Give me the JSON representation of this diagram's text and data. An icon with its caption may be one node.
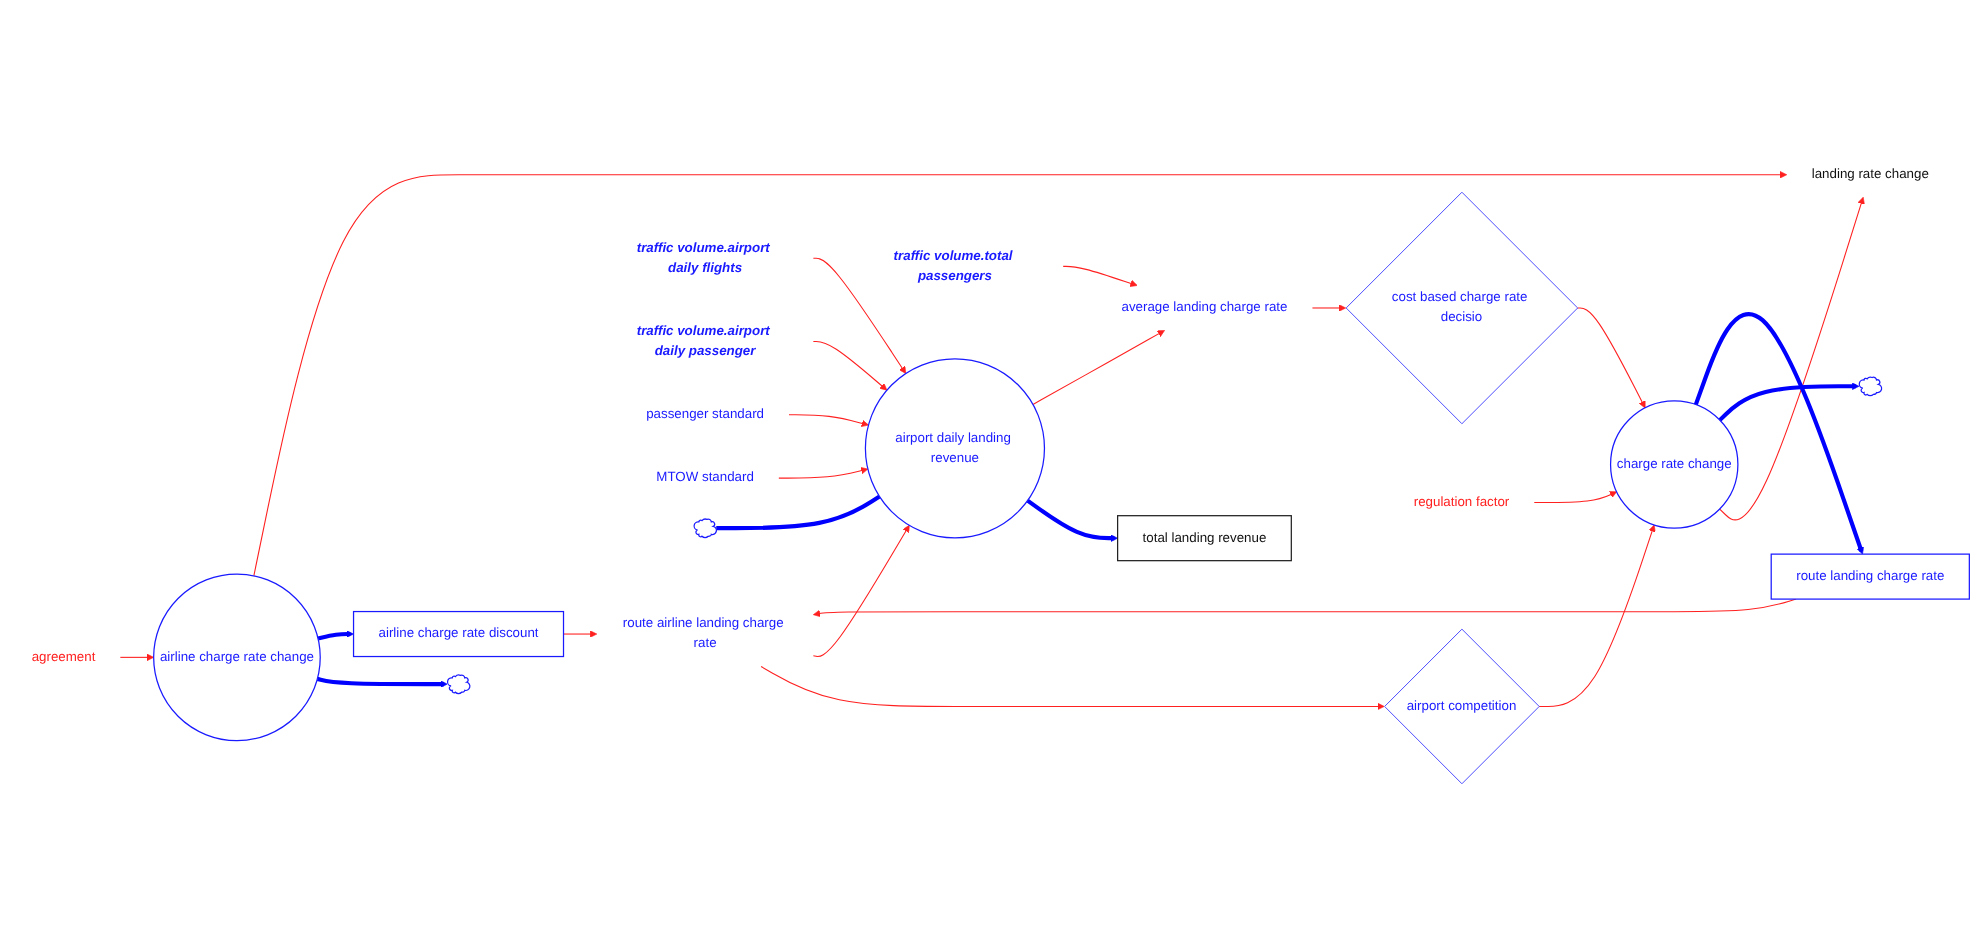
{
  "diagram": {
    "nodes": [
      {
        "text": [
          "agreement"
        ]
      },
      {
        "text": [
          "airline charge rate discount"
        ]
      },
      {
        "text": [],
        "shape": "cloud"
      },
      {
        "text": [
          "airline charge rate change"
        ]
      },
      {
        "text": [
          "landing rate change"
        ]
      },
      {
        "text": [
          "route airline landing charge rate"
        ]
      },
      {
        "text": [
          "traffic volume.airport daily flights"
        ]
      },
      {
        "text": [
          "traffic volume.airport daily passenger"
        ]
      },
      {
        "text": [
          "passenger standard"
        ]
      },
      {
        "text": [
          "airport competition"
        ]
      },
      {
        "text": [
          "MTOW standard"
        ]
      },
      {
        "text": [
          "total landing revenue"
        ]
      },
      {
        "text": [],
        "shape": "cloud"
      },
      {
        "text": [
          "airport daily landing revenue"
        ]
      },
      {
        "text": [],
        "shape": "cloud"
      },
      {
        "text": [
          "charge rate change"
        ]
      },
      {
        "text": [
          "route landing charge rate"
        ]
      },
      {
        "text": [
          "traffic volume.total passengers"
        ]
      },
      {
        "text": [
          "average landing charge rate"
        ]
      },
      {
        "text": [
          "cost based charge rate decisio"
        ]
      },
      {
        "text": [
          "regulation factor"
        ]
      }
    ],
    "edges": [
      {
        "from": 0,
        "to": 3,
        "arrow": "to"
      },
      {
        "from": 3,
        "to": 2,
        "arrow": "to",
        "style": "thick",
        "color": "#0000ff"
      },
      {
        "from": 3,
        "to": 1,
        "arrow": "to",
        "style": "thick",
        "color": "#0000ff"
      },
      {
        "from": 1,
        "to": 5,
        "arrow": "to"
      },
      {
        "from": 3,
        "to": 4,
        "arrow": "to"
      },
      {
        "from": 5,
        "to": 9,
        "arrow": "to"
      },
      {
        "from": 9,
        "to": 15,
        "arrow": "to"
      },
      {
        "from": 16,
        "to": 5,
        "arrow": "to"
      },
      {
        "from": 5,
        "to": 13,
        "arrow": "to"
      },
      {
        "from": 15,
        "to": 4,
        "arrow": "to"
      },
      {
        "from": 7,
        "to": 13,
        "arrow": "to"
      },
      {
        "from": 8,
        "to": 13,
        "arrow": "to"
      },
      {
        "from": 6,
        "to": 13,
        "arrow": "to"
      },
      {
        "from": 10,
        "to": 13,
        "arrow": "to"
      },
      {
        "from": 12,
        "to": 13,
        "arrow": "none",
        "style": "thick",
        "color": "#0000ff"
      },
      {
        "from": 13,
        "to": 11,
        "arrow": "to",
        "style": "thick",
        "color": "#0000ff"
      },
      {
        "from": 13,
        "to": 18,
        "arrow": "to"
      },
      {
        "from": 17,
        "to": 18,
        "arrow": "to"
      },
      {
        "from": 18,
        "to": 19,
        "arrow": "to"
      },
      {
        "from": 19,
        "to": 15,
        "arrow": "to"
      },
      {
        "from": 20,
        "to": 15,
        "arrow": "to"
      },
      {
        "from": 15,
        "to": 14,
        "arrow": "to",
        "style": "thick",
        "color": "#0000ff"
      },
      {
        "from": 15,
        "to": 16,
        "arrow": "to",
        "style": "thick",
        "color": "#0000ff"
      }
    ]
  }
}
